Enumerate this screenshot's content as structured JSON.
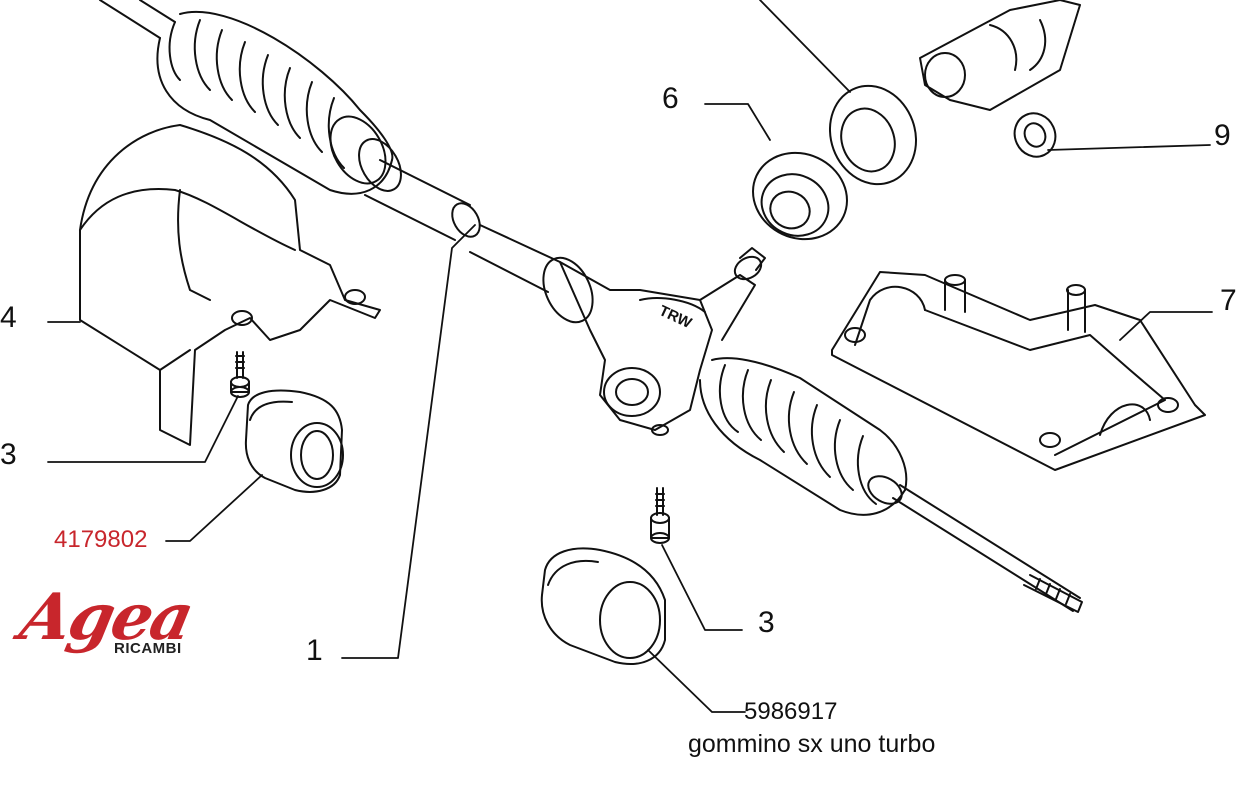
{
  "callouts": {
    "c1": "1",
    "c3a": "3",
    "c3b": "3",
    "c4": "4",
    "c6": "6",
    "c7": "7",
    "c9": "9"
  },
  "part_numbers": {
    "left_bushing": "4179802",
    "right_bushing": "5986917"
  },
  "description": "gommino sx uno turbo",
  "logo": {
    "word": "Agea",
    "sub": "RICAMBI"
  },
  "colors": {
    "part_number_red": "#c8262c",
    "line": "#111111",
    "logo_red": "#c8262c"
  }
}
